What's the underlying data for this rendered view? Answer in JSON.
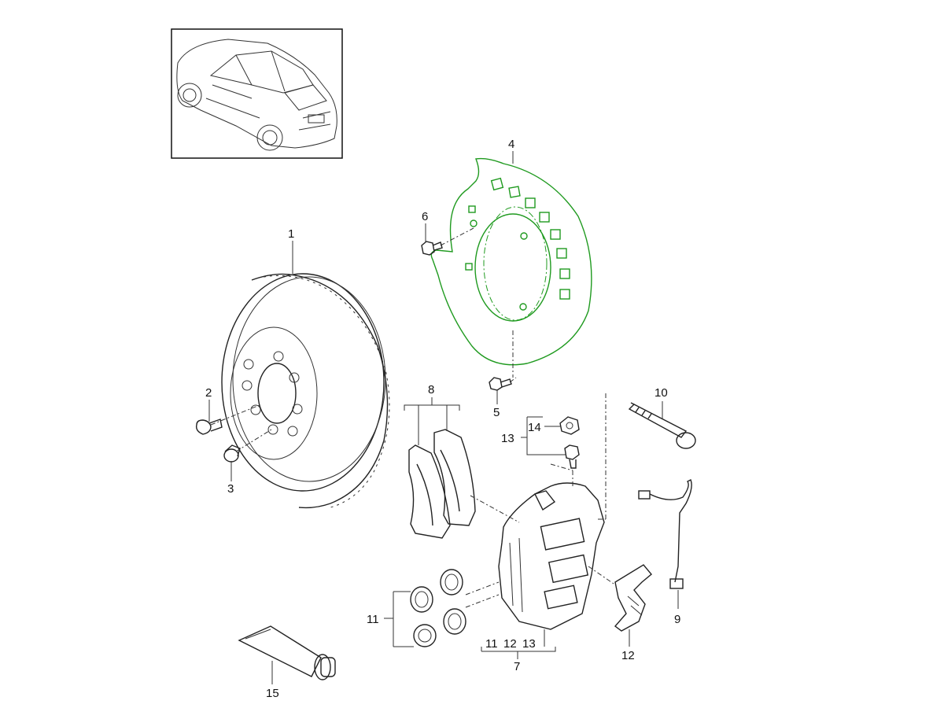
{
  "callouts": {
    "c1": "1",
    "c2": "2",
    "c3": "3",
    "c4": "4",
    "c5": "5",
    "c6": "6",
    "c7": "7",
    "c8": "8",
    "c9": "9",
    "c10": "10",
    "c11": "11",
    "c12": "12",
    "c13": "13",
    "c14": "14",
    "c15": "15",
    "sub7_11": "11",
    "sub7_12": "12",
    "sub7_13": "13"
  },
  "colors": {
    "highlight": "#1f9a1f",
    "line": "#222222"
  },
  "icons": {
    "vehicle": "car-thumbnail-icon",
    "disc": "brake-disc-icon",
    "shield": "splash-shield-icon",
    "caliper": "brake-caliper-icon",
    "pads": "brake-pads-icon",
    "sensor": "wear-sensor-icon",
    "tube": "grease-tube-icon"
  }
}
